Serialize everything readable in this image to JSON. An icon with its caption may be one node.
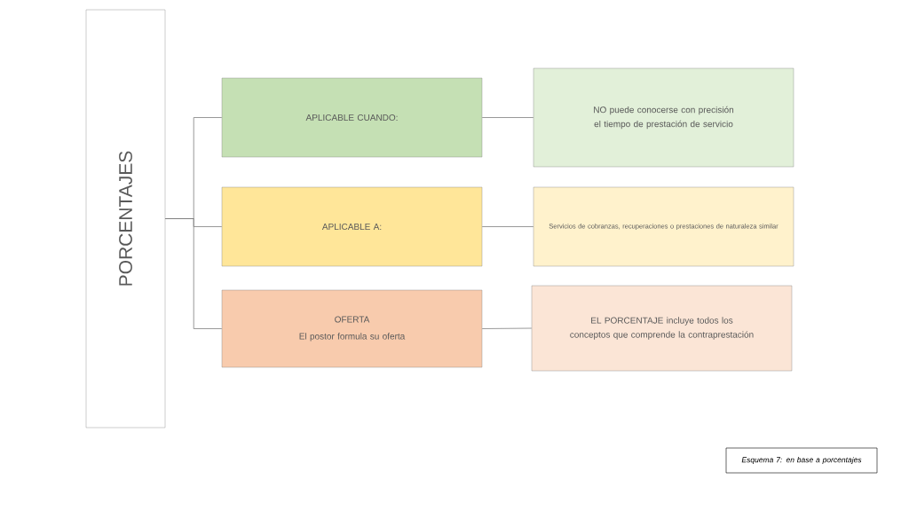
{
  "diagram": {
    "caption": "Esquema 7: en base a porcentajes",
    "nodes": [
      {
        "text": [
          "PORCENTAJES"
        ]
      },
      {
        "text": [
          "APLICABLE CUANDO:"
        ]
      },
      {
        "text": [
          "APLICABLE A:"
        ]
      },
      {
        "text": [
          "OFERTA",
          "El postor formula su oferta"
        ]
      },
      {
        "text": [
          "NO puede conocerse con precisión el tiempo de prestación de servicio"
        ]
      },
      {
        "text": [
          "Servicios de cobranzas, recuperaciones o prestaciones de naturaleza similar"
        ]
      },
      {
        "text": [
          "EL PORCENTAJE incluye todos los conceptos que comprende la contraprestación"
        ]
      }
    ],
    "edges": [
      {
        "from": 0,
        "to": 1,
        "arrow": "none"
      },
      {
        "from": 0,
        "to": 2,
        "arrow": "none"
      },
      {
        "from": 0,
        "to": 3,
        "arrow": "none"
      },
      {
        "from": 1,
        "to": 4,
        "arrow": "none"
      },
      {
        "from": 2,
        "to": 5,
        "arrow": "none"
      },
      {
        "from": 3,
        "to": 6,
        "arrow": "none"
      }
    ]
  }
}
